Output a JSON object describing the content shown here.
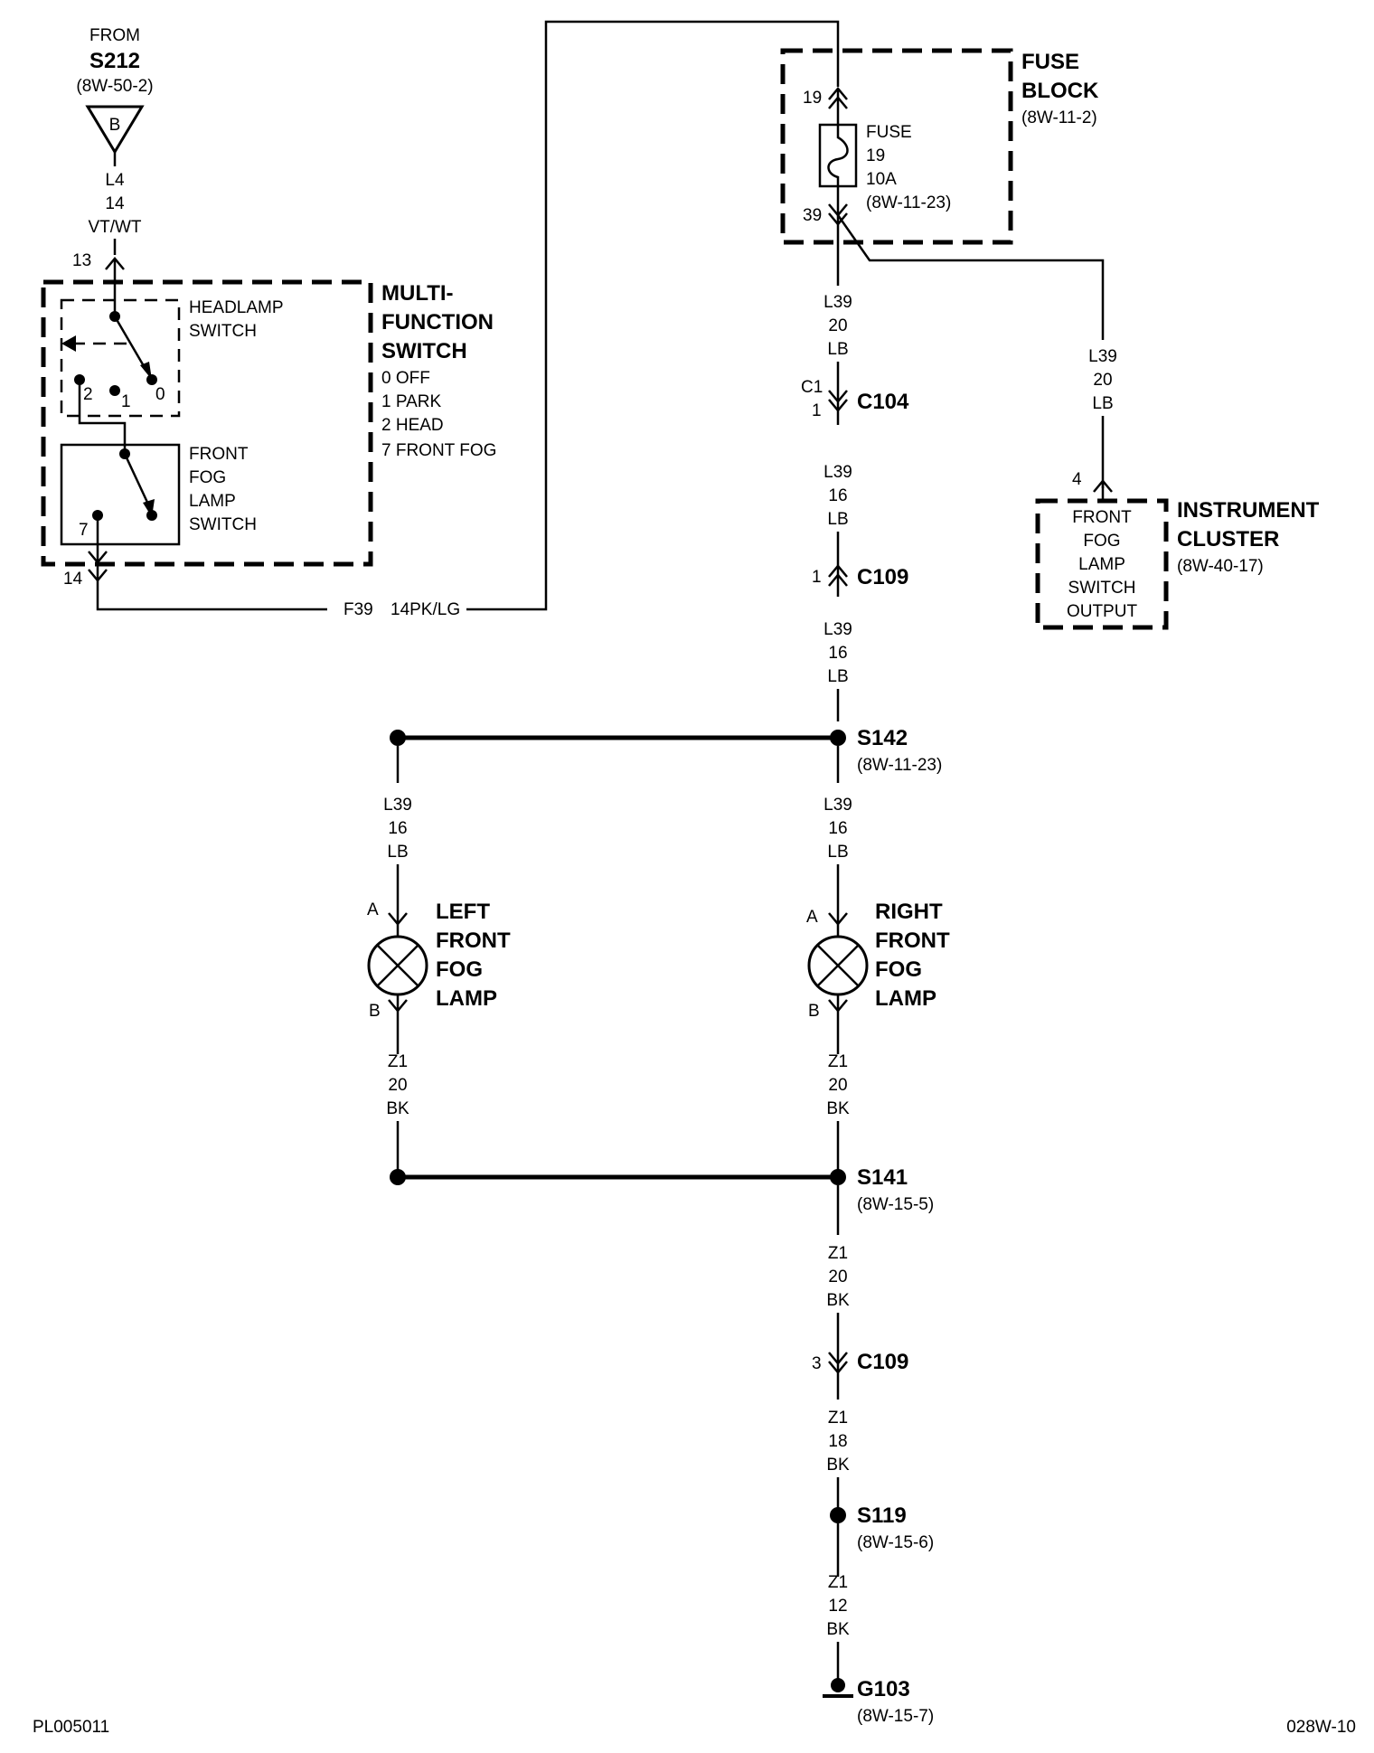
{
  "source": {
    "from_label": "FROM",
    "splice": "S212",
    "ref": "(8W-50-2)",
    "symbol": "B",
    "wire": [
      "L4",
      "14",
      "VT/WT"
    ]
  },
  "multifunction_switch": {
    "title_lines": [
      "MULTI-",
      "FUNCTION",
      "SWITCH"
    ],
    "positions": [
      "0 OFF",
      "1 PARK",
      "2 HEAD",
      "7 FRONT FOG"
    ],
    "pin_top": "13",
    "pin_bottom": "14",
    "headlamp_label": [
      "HEADLAMP",
      "SWITCH"
    ],
    "headlamp_contacts": [
      "2",
      "1",
      "0"
    ],
    "fog_label": [
      "FRONT",
      "FOG",
      "LAMP",
      "SWITCH"
    ],
    "fog_contact": "7"
  },
  "f39_wire": {
    "circuit": "F39",
    "spec": "14PK/LG"
  },
  "fuse_block": {
    "title_lines": [
      "FUSE",
      "BLOCK"
    ],
    "ref": "(8W-11-2)",
    "pin_in": "19",
    "pin_out": "39",
    "fuse_lines": [
      "FUSE",
      "19",
      "10A",
      "(8W-11-23)"
    ]
  },
  "cluster": {
    "title_lines": [
      "INSTRUMENT",
      "CLUSTER"
    ],
    "ref": "(8W-40-17)",
    "pin": "4",
    "box_lines": [
      "FRONT",
      "FOG",
      "LAMP",
      "SWITCH",
      "OUTPUT"
    ]
  },
  "wires": {
    "l39_20_main": [
      "L39",
      "20",
      "LB"
    ],
    "l39_20_branch": [
      "L39",
      "20",
      "LB"
    ],
    "l39_16_a": [
      "L39",
      "16",
      "LB"
    ],
    "l39_16_b": [
      "L39",
      "16",
      "LB"
    ],
    "l39_16_left": [
      "L39",
      "16",
      "LB"
    ],
    "l39_16_right": [
      "L39",
      "16",
      "LB"
    ],
    "z1_20_left": [
      "Z1",
      "20",
      "BK"
    ],
    "z1_20_right": [
      "Z1",
      "20",
      "BK"
    ],
    "z1_20_below": [
      "Z1",
      "20",
      "BK"
    ],
    "z1_18": [
      "Z1",
      "18",
      "BK"
    ],
    "z1_12": [
      "Z1",
      "12",
      "BK"
    ]
  },
  "connectors": {
    "c104": {
      "name": "C104",
      "pins": [
        "C1",
        "1"
      ]
    },
    "c109_upper": {
      "name": "C109",
      "pin": "1"
    },
    "c109_lower": {
      "name": "C109",
      "pin": "3"
    }
  },
  "splices": {
    "s142": {
      "name": "S142",
      "ref": "(8W-11-23)"
    },
    "s141": {
      "name": "S141",
      "ref": "(8W-15-5)"
    },
    "s119": {
      "name": "S119",
      "ref": "(8W-15-6)"
    }
  },
  "ground": {
    "name": "G103",
    "ref": "(8W-15-7)"
  },
  "lamps": {
    "left": {
      "label_lines": [
        "LEFT",
        "FRONT",
        "FOG",
        "LAMP"
      ],
      "pin_a": "A",
      "pin_b": "B"
    },
    "right": {
      "label_lines": [
        "RIGHT",
        "FRONT",
        "FOG",
        "LAMP"
      ],
      "pin_a": "A",
      "pin_b": "B"
    }
  },
  "footer": {
    "left": "PL005011",
    "right": "028W-10"
  }
}
